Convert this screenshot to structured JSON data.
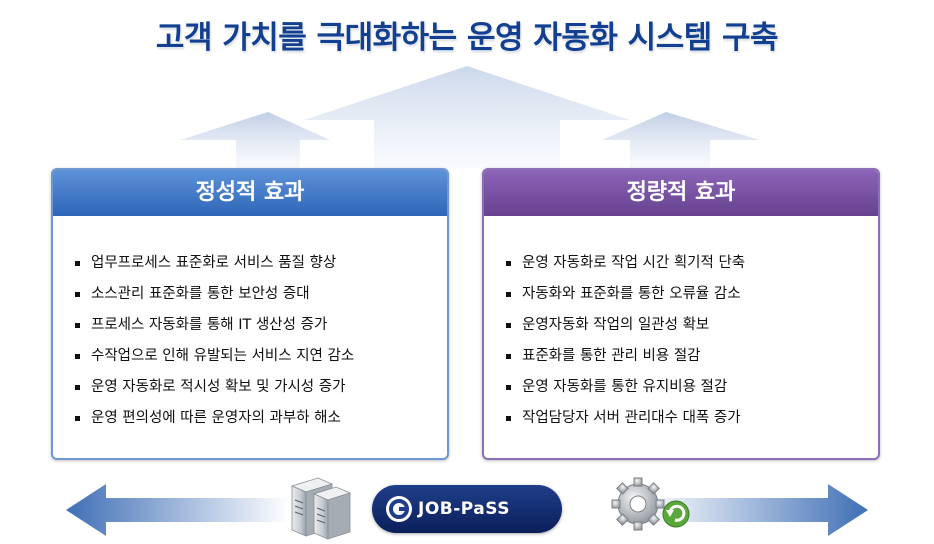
{
  "title": "고객 가치를 극대화하는 운영 자동화 시스템 구축",
  "qualitative": {
    "heading": "정성적 효과",
    "items": [
      "업무프로세스 표준화로 서비스 품질 향상",
      "소스관리 표준화를 통한 보안성 증대",
      "프로세스 자동화를 통해 IT 생산성 증가",
      "수작업으로 인해 유발되는 서비스 지연 감소",
      "운영 자동화로 적시성 확보 및 가시성 증가",
      "운영 편의성에 따른 운영자의 과부하 해소"
    ]
  },
  "quantitative": {
    "heading": "정량적 효과",
    "items": [
      "운영 자동화로 작업 시간 획기적 단축",
      "자동화와 표준화를 통한 오류율 감소",
      "운영자동화 작업의 일관성 확보",
      "표준화를 통한 관리 비용 절감",
      "운영 자동화를 통한 유지비용 절감",
      "작업담당자 서버 관리대수 대폭 증가"
    ]
  },
  "logo": {
    "text": "JOB-PaSS"
  },
  "colors": {
    "title": "#123f8f",
    "qualitative_accent": "#2f66b8",
    "quantitative_accent": "#66428f",
    "logo_bg": "#0b1f5a"
  },
  "icons": {
    "left": "servers-icon",
    "right": "gears-icon",
    "bottom_left_arrow": "arrow-left-icon",
    "bottom_right_arrow": "arrow-right-icon"
  }
}
